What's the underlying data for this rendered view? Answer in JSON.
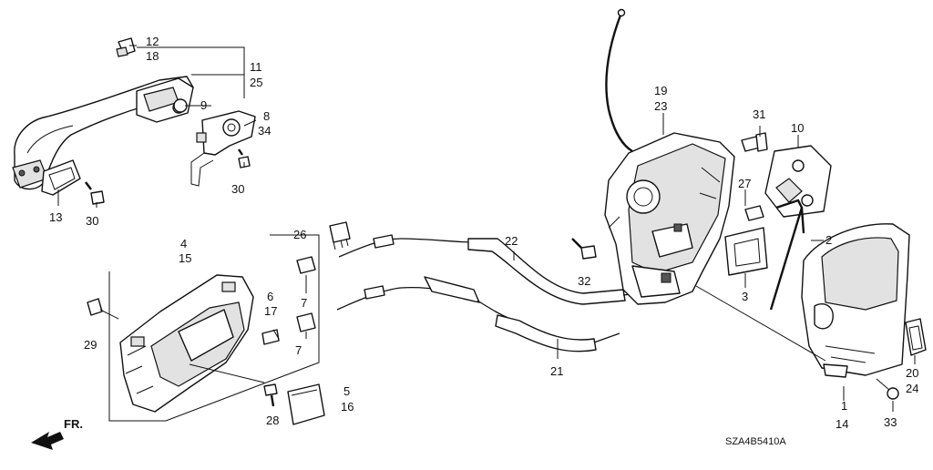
{
  "diagram": {
    "drawing_code": "SZA4B5410A",
    "front_arrow_label": "FR.",
    "labels": {
      "l12": "12",
      "l18": "18",
      "l11": "11",
      "l25": "25",
      "l9": "9",
      "l8": "8",
      "l34": "34",
      "l30a": "30",
      "l13": "13",
      "l30b": "30",
      "l19": "19",
      "l23": "23",
      "l31": "31",
      "l10": "10",
      "l27": "27",
      "l2": "2",
      "l3": "3",
      "l26": "26",
      "l22": "22",
      "l32": "32",
      "l4": "4",
      "l15": "15",
      "l6": "6",
      "l17": "17",
      "l7a": "7",
      "l7b": "7",
      "l29": "29",
      "l5": "5",
      "l16": "16",
      "l28": "28",
      "l21": "21",
      "l1": "1",
      "l14": "14",
      "l20": "20",
      "l24": "24",
      "l33": "33"
    }
  }
}
